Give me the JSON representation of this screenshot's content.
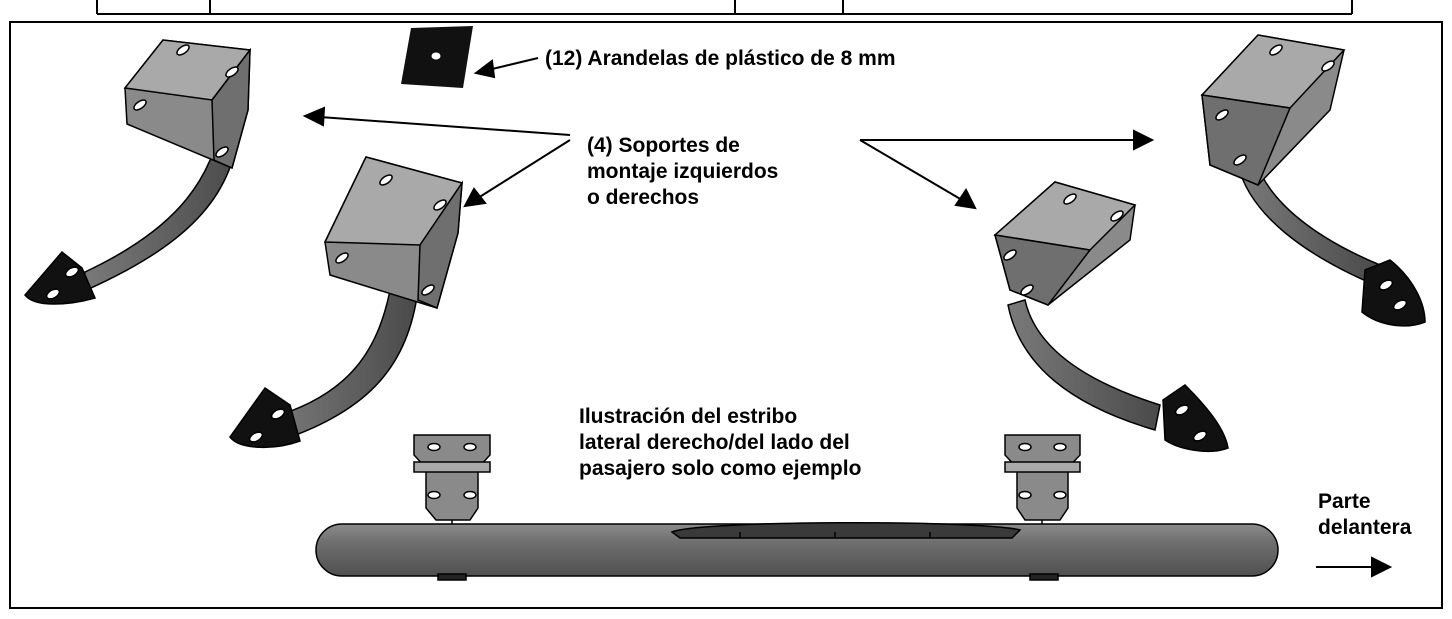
{
  "labels": {
    "washers": "(12) Arandelas de plástico de 8 mm",
    "brackets": [
      "(4) Soportes de",
      "montaje izquierdos",
      "o derechos"
    ],
    "illustration": [
      "Ilustración del estribo",
      "lateral derecho/del lado del",
      "pasajero solo como ejemplo"
    ],
    "front": [
      "Parte",
      "delantera"
    ]
  },
  "colors": {
    "outline": "#000000",
    "metal_light": "#a9a9a9",
    "metal_mid": "#8a8a8a",
    "metal_dark": "#5a5a5a",
    "tube": "#6e6e6e"
  }
}
